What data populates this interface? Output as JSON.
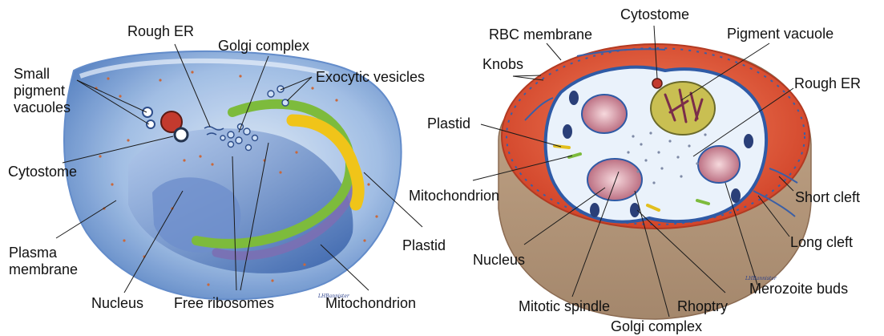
{
  "left_cell": {
    "labels": {
      "rough_er": "Rough ER",
      "golgi_complex": "Golgi complex",
      "exocytic_vesicles": "Exocytic vesicles",
      "small_pigment_vacuoles": "Small\npigment\nvacuoles",
      "cytostome": "Cytostome",
      "plasma_membrane": "Plasma\nmembrane",
      "nucleus": "Nucleus",
      "free_ribosomes": "Free ribosomes",
      "mitochondrion": "Mitochondrion",
      "plastid": "Plastid"
    },
    "signature": "LHBannister"
  },
  "right_cell": {
    "labels": {
      "cytostome": "Cytostome",
      "rbc_membrane": "RBC membrane",
      "pigment_vacuole": "Pigment vacuole",
      "knobs": "Knobs",
      "rough_er": "Rough ER",
      "plastid": "Plastid",
      "mitochondrion": "Mitochondrion",
      "short_cleft": "Short cleft",
      "long_cleft": "Long cleft",
      "nucleus": "Nucleus",
      "merozoite_buds": "Merozoite buds",
      "mitotic_spindle": "Mitotic spindle",
      "rhoptry": "Rhoptry",
      "golgi_complex": "Golgi complex"
    },
    "signature": "LHBannister"
  },
  "colors": {
    "cytoplasm_blue": "#7fa6d8",
    "cell_edge_blue": "#3f6fb8",
    "plastid_yellow": "#f0c419",
    "mitochondrion_green": "#7dbb3c",
    "rbc_red": "#e2583a",
    "nucleus_pink": "#c97a8c",
    "pigment_olive": "#b9b04a",
    "label_text": "#111111",
    "leader_line": "#1a1a1a"
  }
}
